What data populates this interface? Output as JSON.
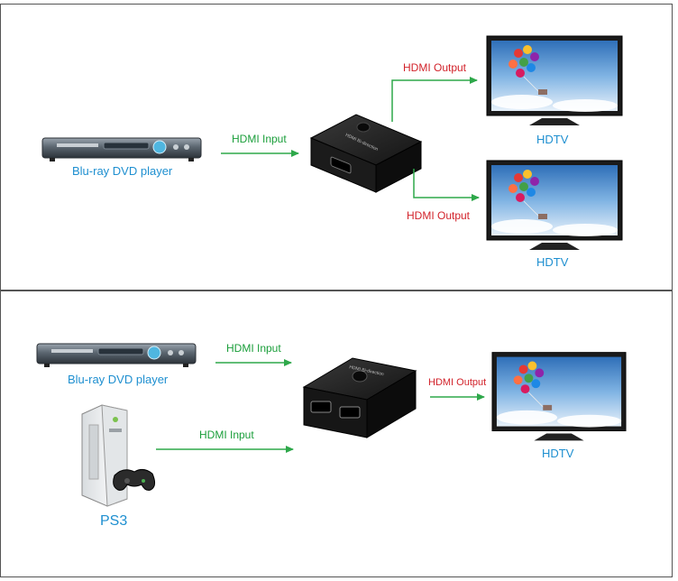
{
  "colors": {
    "input_arrow": "#2ea84a",
    "output_arrow": "#2ea84a",
    "device_label": "#1e8fd0",
    "input_text": "#1a9e3a",
    "output_text": "#d2222a"
  },
  "top_panel": {
    "source_label": "Blu-ray DVD player",
    "input_label": "HDMI Input",
    "output_label_1": "HDMI Output",
    "output_label_2": "HDMI Output",
    "tv_label_1": "HDTV",
    "tv_label_2": "HDTV",
    "switch_text": "HDMI Bi-direction"
  },
  "bottom_panel": {
    "source_label_1": "Blu-ray DVD player",
    "source_label_2": "PS3",
    "input_label_1": "HDMI Input",
    "input_label_2": "HDMI Input",
    "output_label": "HDMI Output",
    "tv_label": "HDTV",
    "switch_text": "HDMI Bi-direction"
  },
  "icons": [
    "bluray-player-icon",
    "hdmi-switch-icon",
    "hdtv-icon",
    "game-console-icon"
  ]
}
